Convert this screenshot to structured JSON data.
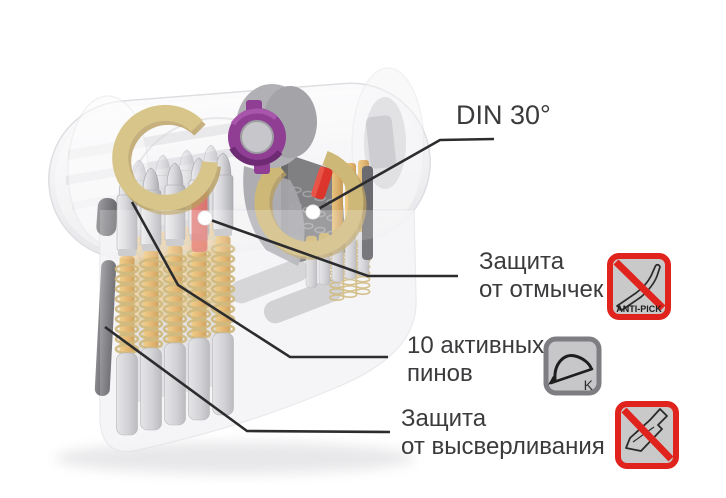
{
  "figure": {
    "name": "euro-cylinder-lock-cutaway-diagram",
    "callouts": {
      "din": {
        "label": "DIN 30°"
      },
      "antipick": {
        "line1": "Защита",
        "line2": "от отмычек"
      },
      "pins": {
        "line1": "10 активных",
        "line2": "пинов"
      },
      "antidrill": {
        "line1": "Защита",
        "line2": "от высверливания"
      }
    },
    "icons": {
      "anti_pick": {
        "name": "anti-pick-icon",
        "caption": "ANTI-PICK"
      },
      "key_profile": {
        "name": "key-profile-icon",
        "letter": "K"
      },
      "anti_drill": {
        "name": "anti-drill-icon"
      }
    },
    "colors": {
      "leader_line": "#2c2c2e",
      "text": "#3b3b3d",
      "icon_red": "#e0231c",
      "icon_gray": "#c9c9c9",
      "brass_ring": "#d8c58a",
      "purple_cam": "#8f3e93",
      "amber_pin": "#dfa94e",
      "spring_gold": "#c3a75c",
      "body_white": "#f1f1f4",
      "callout_dot": "#ffffff"
    }
  }
}
